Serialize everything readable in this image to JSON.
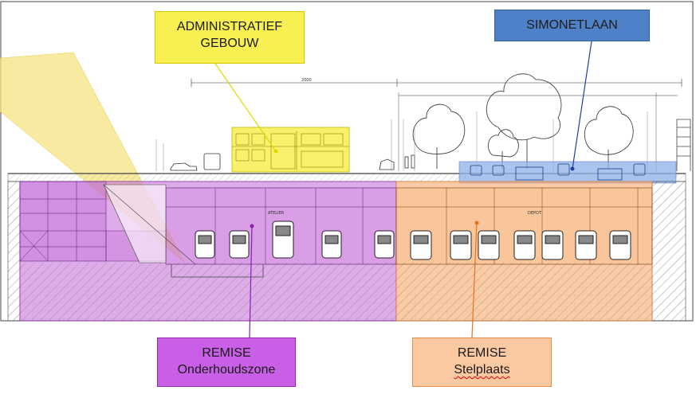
{
  "labels": {
    "administratief_line1": "ADMINISTRATIEF",
    "administratief_line2": "GEBOUW",
    "simonetlaan": "SIMONETLAAN",
    "remise_left_line1": "REMISE",
    "remise_left_line2": "Onderhoudszone",
    "remise_right_line1": "REMISE",
    "remise_right_line2": "Stelplaats"
  },
  "drawing": {
    "dimension_text": "2000",
    "atelier_text": "ATELIER",
    "depot_text": "DEPOT"
  },
  "colors": {
    "admin_yellow": "#f8ef52",
    "simonet_blue": "#4f81c9",
    "maintenance_purple": "#c85fe6",
    "parking_orange": "#fac8a1",
    "line_purple": "#8a1fb0",
    "line_orange": "#e8731c",
    "line_blue": "#1f3f9f",
    "line_yellow": "#e0d800"
  }
}
